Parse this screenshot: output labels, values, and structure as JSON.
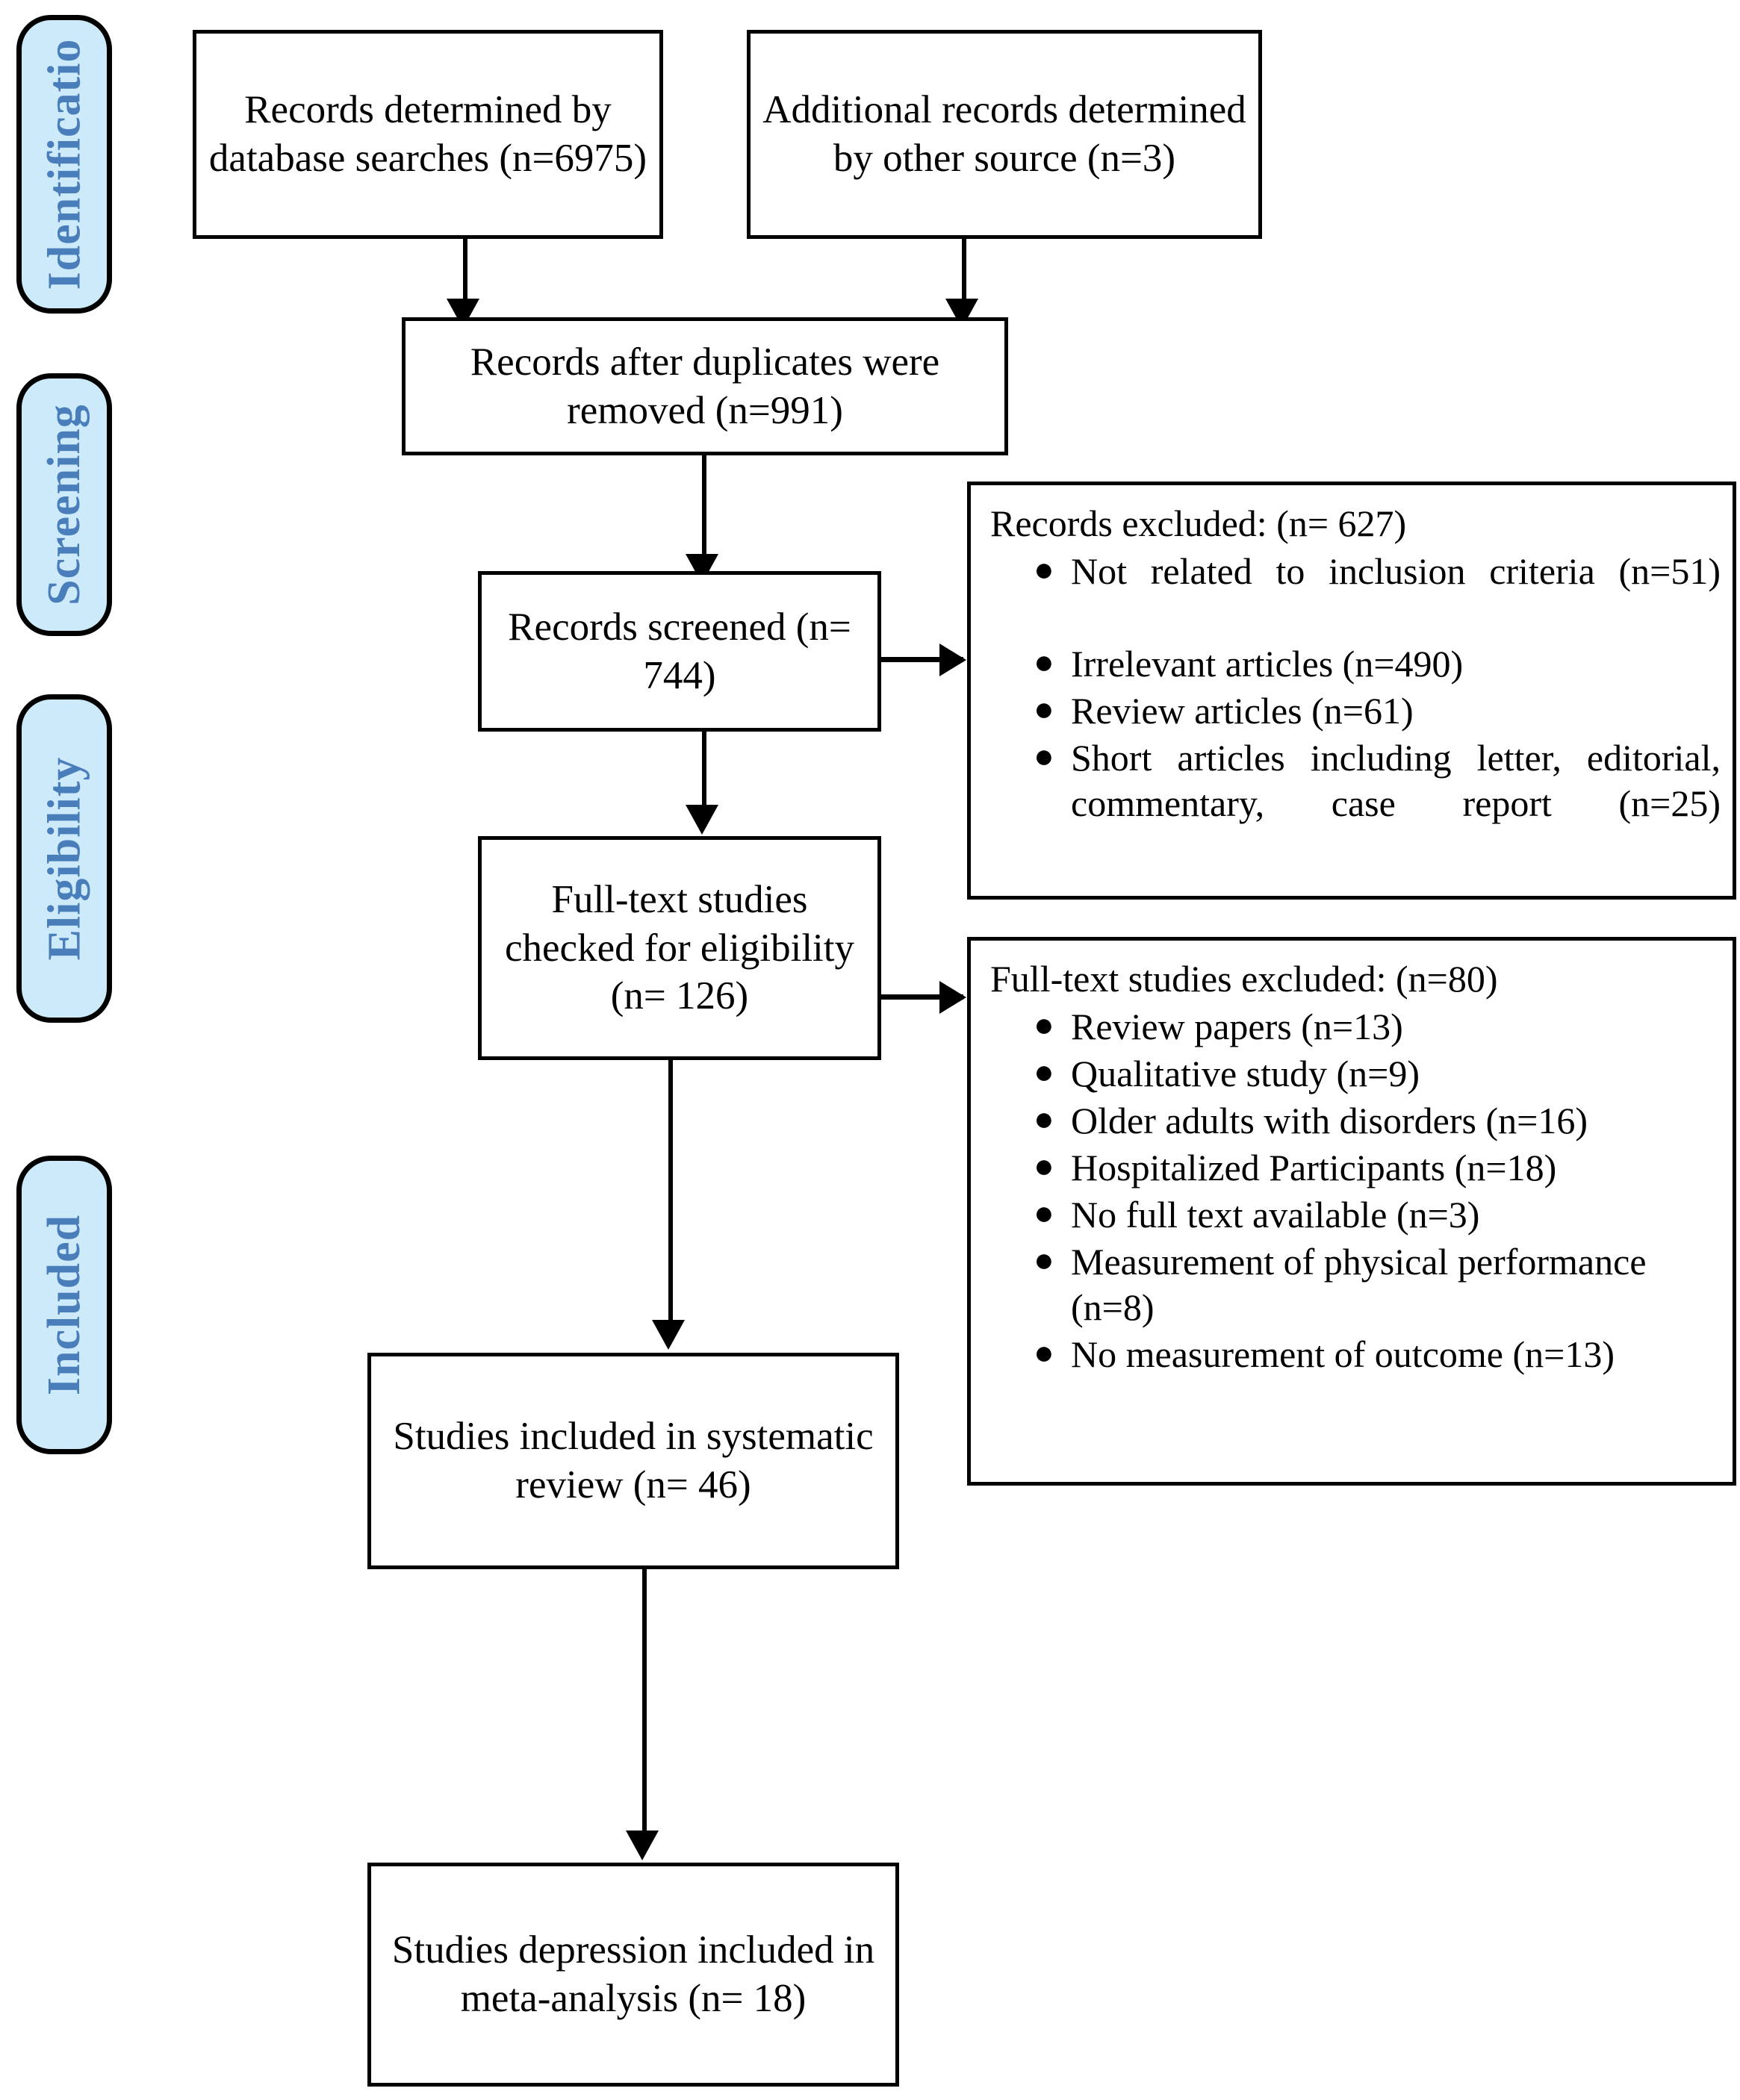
{
  "diagram": {
    "title": "PRISMA flow diagram",
    "colors": {
      "stage_fill": "#cdeafb",
      "stage_text": "#4a7ebb",
      "box_border": "#000000",
      "box_fill": "#ffffff",
      "connector": "#000000"
    }
  },
  "stages": [
    {
      "label": "Identificatio"
    },
    {
      "label": "Screening"
    },
    {
      "label": "Eligibility"
    },
    {
      "label": "Included"
    }
  ],
  "boxes": {
    "database_records": "Records determined by database searches (n=6975)",
    "other_records": "Additional records determined by other source (n=3)",
    "after_duplicates": "Records after duplicates were removed (n=991)",
    "records_screened": "Records screened (n= 744)",
    "full_text_checked": "Full-text studies checked for eligibility (n= 126)",
    "included_systematic": "Studies included in systematic review (n= 46)",
    "included_meta": "Studies depression included in meta-analysis (n= 18)"
  },
  "records_excluded": {
    "heading": "Records excluded: (n= 627)",
    "items": [
      "Not related to inclusion criteria (n=51)",
      "Irrelevant articles (n=490)",
      "Review articles (n=61)",
      "Short articles including letter, editorial, commentary, case report (n=25)"
    ]
  },
  "fulltext_excluded": {
    "heading": "Full-text studies excluded: (n=80)",
    "items": [
      "Review papers (n=13)",
      "Qualitative study (n=9)",
      " Older adults with disorders (n=16)",
      "Hospitalized Participants (n=18)",
      "No full text available (n=3)",
      "Measurement of physical performance (n=8)",
      "No measurement of outcome (n=13)"
    ]
  },
  "chart_data": {
    "type": "diagram",
    "title": "PRISMA study selection flow",
    "nodes": [
      {
        "id": "database_records",
        "label": "Records determined by database searches",
        "n": 6975
      },
      {
        "id": "other_records",
        "label": "Additional records determined by other source",
        "n": 3
      },
      {
        "id": "after_duplicates",
        "label": "Records after duplicates were removed",
        "n": 991
      },
      {
        "id": "records_screened",
        "label": "Records screened",
        "n": 744
      },
      {
        "id": "records_excluded",
        "label": "Records excluded",
        "n": 627
      },
      {
        "id": "full_text_checked",
        "label": "Full-text studies checked for eligibility",
        "n": 126
      },
      {
        "id": "fulltext_excluded",
        "label": "Full-text studies excluded",
        "n": 80
      },
      {
        "id": "included_systematic",
        "label": "Studies included in systematic review",
        "n": 46
      },
      {
        "id": "included_meta",
        "label": "Studies depression included in meta-analysis",
        "n": 18
      }
    ],
    "edges": [
      {
        "from": "database_records",
        "to": "after_duplicates"
      },
      {
        "from": "other_records",
        "to": "after_duplicates"
      },
      {
        "from": "after_duplicates",
        "to": "records_screened"
      },
      {
        "from": "records_screened",
        "to": "records_excluded"
      },
      {
        "from": "records_screened",
        "to": "full_text_checked"
      },
      {
        "from": "full_text_checked",
        "to": "fulltext_excluded"
      },
      {
        "from": "full_text_checked",
        "to": "included_systematic"
      },
      {
        "from": "included_systematic",
        "to": "included_meta"
      }
    ],
    "exclusion_breakdown": {
      "records_excluded_627": [
        {
          "reason": "Not related to inclusion criteria",
          "n": 51
        },
        {
          "reason": "Irrelevant articles",
          "n": 490
        },
        {
          "reason": "Review articles",
          "n": 61
        },
        {
          "reason": "Short articles including letter, editorial, commentary, case report",
          "n": 25
        }
      ],
      "fulltext_excluded_80": [
        {
          "reason": "Review papers",
          "n": 13
        },
        {
          "reason": "Qualitative study",
          "n": 9
        },
        {
          "reason": "Older adults with disorders",
          "n": 16
        },
        {
          "reason": "Hospitalized Participants",
          "n": 18
        },
        {
          "reason": "No full text available",
          "n": 3
        },
        {
          "reason": "Measurement of physical performance",
          "n": 8
        },
        {
          "reason": "No measurement of outcome",
          "n": 13
        }
      ]
    }
  }
}
